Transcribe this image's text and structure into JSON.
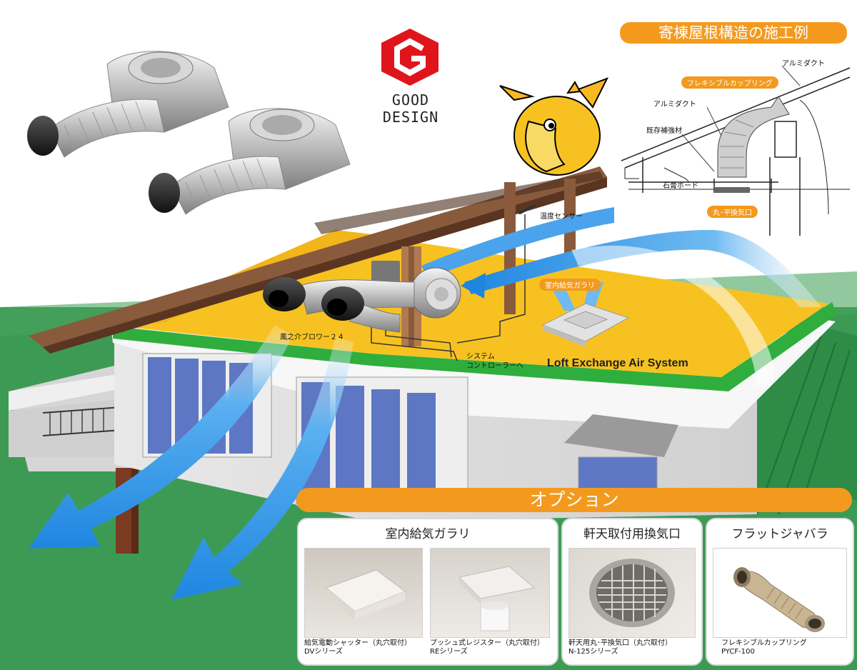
{
  "header": {
    "title": "寄棟屋根構造の施工例"
  },
  "logo": {
    "line1": "GOOD",
    "line2": "DESIGN"
  },
  "roof_diagram": {
    "labels": {
      "alumi_duct_top": "アルミダクト",
      "flexible_coupling": "フレキシブルカップリング",
      "alumi_duct_left": "アルミダクト",
      "existing_reinforcement": "既存補強材",
      "gypsum_board": "石膏ボード",
      "vent_port": "丸･平換気口"
    }
  },
  "house": {
    "labels": {
      "temp_sensor": "温度センサー",
      "indoor_gallery": "室内給気ガラリ",
      "blower": "風之介ブロワー２４",
      "system_line1": "システム",
      "system_line2": "コントローラーへ",
      "system_name": "Loft Exchange Air System"
    }
  },
  "options": {
    "title": "オプション",
    "cards": [
      {
        "title": "室内給気ガラリ",
        "items": [
          {
            "caption1": "給気電動シャッター（丸穴取付）",
            "caption2": "DVシリーズ"
          },
          {
            "caption1": "プッシュ式レジスター（丸穴取付）",
            "caption2": "REシリーズ"
          }
        ]
      },
      {
        "title": "軒天取付用換気口",
        "items": [
          {
            "caption1": "軒天用丸･平換気口（丸穴取付）",
            "caption2": "N-125シリーズ"
          }
        ]
      },
      {
        "title": "フラットジャバラ",
        "items": [
          {
            "caption1": "フレキシブルカップリング",
            "caption2": "PYCF-100"
          }
        ]
      }
    ]
  },
  "colors": {
    "accent": "#f39a1e",
    "grass": "#3d9a55",
    "airflow": "#2f8fe0",
    "attic": "#f7c221",
    "trim": "#2fae3e",
    "window": "#5d77c4"
  }
}
